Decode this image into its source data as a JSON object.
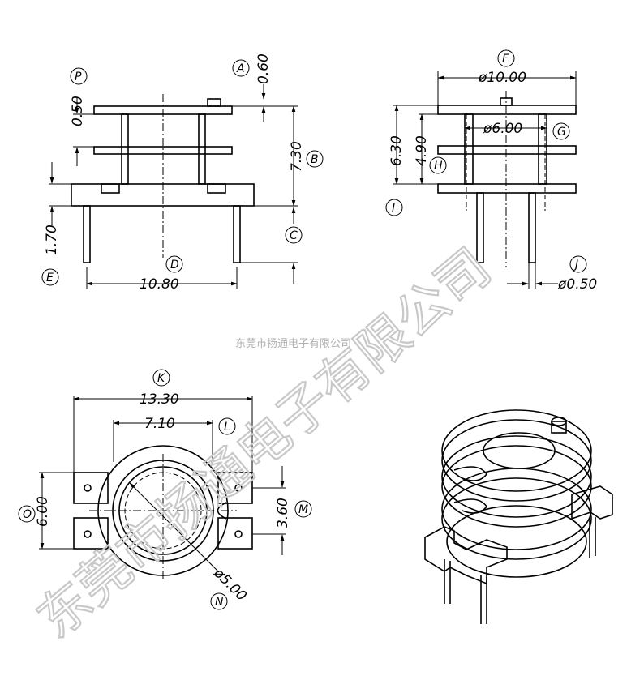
{
  "dimensions": {
    "d060": "0.60",
    "d050": "0.50",
    "d730": "7.30",
    "d170": "1.70",
    "d1080": "10.80",
    "d1000": "ø10.00",
    "d600s": "ø6.00",
    "d630": "6.30",
    "d490": "4.90",
    "d050dia": "ø0.50",
    "d1330": "13.30",
    "d710": "7.10",
    "d600": "6.00",
    "d360": "3.60",
    "d500": "ø5.00"
  },
  "labels": {
    "A": "A",
    "B": "B",
    "C": "C",
    "D": "D",
    "E": "E",
    "F": "F",
    "G": "G",
    "H": "H",
    "I": "I",
    "J": "J",
    "K": "K",
    "L": "L",
    "M": "M",
    "N": "N",
    "O": "O",
    "P": "P"
  },
  "watermark": {
    "large": "东莞市扬通电子有限公司",
    "small": "东莞市扬通电子有限公司"
  }
}
